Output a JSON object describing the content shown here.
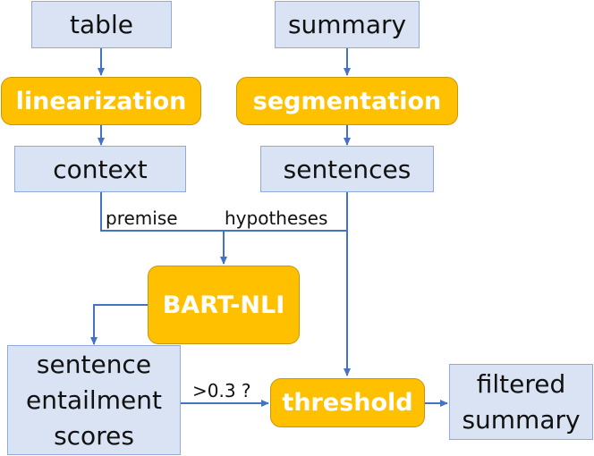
{
  "nodes": {
    "table": "table",
    "summary": "summary",
    "linearization": "linearization",
    "segmentation": "segmentation",
    "context": "context",
    "sentences": "sentences",
    "bart_nli": "BART-NLI",
    "scores": [
      "sentence",
      "entailment",
      "scores"
    ],
    "threshold": "threshold",
    "filtered": [
      "filtered",
      "summary"
    ]
  },
  "edge_labels": {
    "premise": "premise",
    "hypotheses": "hypotheses",
    "condition": ">0.3 ?"
  },
  "colors": {
    "input_fill": "#dae3f3",
    "input_border": "#8faadc",
    "process_fill": "#ffc000",
    "arrow": "#4472c4"
  }
}
